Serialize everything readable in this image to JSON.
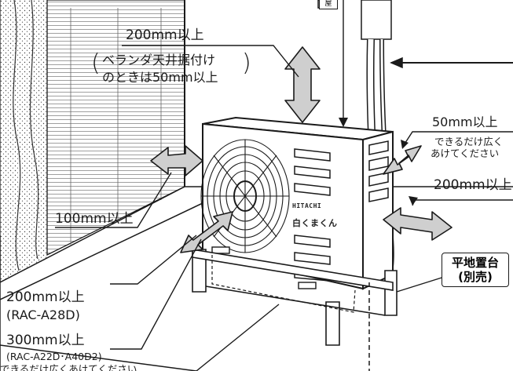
{
  "labels": {
    "top_clearance": "200mm以上",
    "top_note_line1": "ベランダ天井据付け",
    "top_note_line2": "のときは50mm以上",
    "right_clearance": "50mm以上",
    "right_note_line1": "できるだけ広く",
    "right_note_line2": "あけてください",
    "front_clearance": "200mm以上",
    "left_clearance": "100mm以上",
    "rear_clearance_a": "200mm以上",
    "rear_model_a": "(RAC-A28D)",
    "rear_clearance_b": "300mm以上",
    "rear_model_b": "(RAC-A22D･A40D2)",
    "rear_note": "できるだけ広くあけてください",
    "stand_line1": "平地置台",
    "stand_line2": "(別売)",
    "unit_brand": "HITACHI",
    "unit_model": "白くまくん",
    "tag_top": "屋"
  },
  "colors": {
    "arrow_fill": "#cfcfcf",
    "line": "#1a1a1a",
    "wall_hatch": "#555555",
    "unit_body": "#ffffff"
  }
}
